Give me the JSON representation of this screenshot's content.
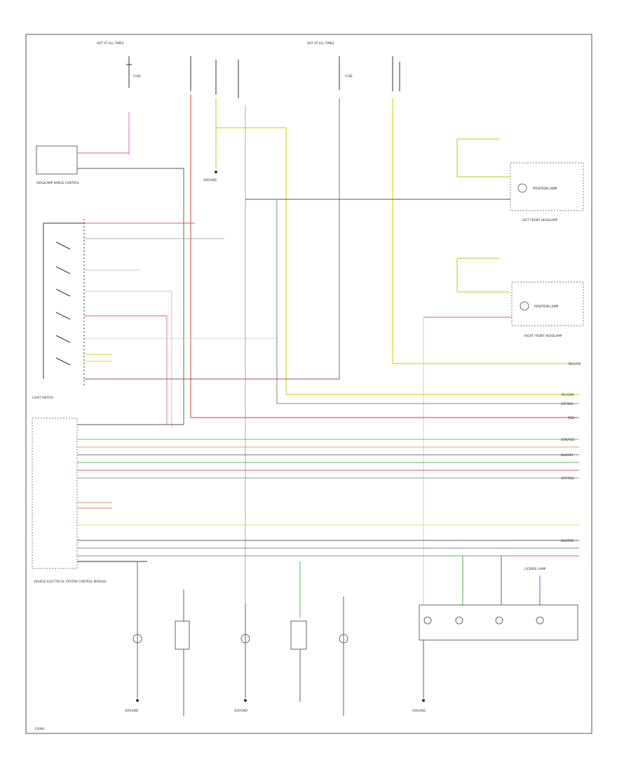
{
  "diagram": {
    "labels": {
      "hot_power_left": "HOT AT ALL TIMES",
      "hot_power_right": "HOT AT ALL TIMES",
      "fuse_left": "FUSE",
      "fuse_right": "FUSE",
      "gray_wire": "GRY/BLK",
      "red_wire": "RED",
      "yellow_wire": "YEL/GRN",
      "left_front_headlamp": "LEFT FRONT HEADLAMP",
      "right_front_headlamp": "RIGHT FRONT HEADLAMP",
      "position_lamp_left": "POSITION LAMP",
      "position_lamp_right": "POSITION LAMP",
      "headlamp_range_control": "HEADLAMP RANGE CONTROL",
      "light_switch": "LIGHT SWITCH",
      "vehicle_control_module": "VEHICLE ELECTRICAL SYSTEM CONTROL MODULE",
      "ground_left": "GROUND",
      "ground_center": "GROUND",
      "ground_right": "GROUND",
      "license_lamp": "LICENSE LAMP",
      "footer_code": "F0000"
    },
    "wire_tags": [
      "GRY/BLK",
      "RED",
      "YEL/GRN",
      "BLK/RED",
      "GRN/RED",
      "BLK/GRY",
      "GRY/RED",
      "YEL/GRN"
    ]
  }
}
